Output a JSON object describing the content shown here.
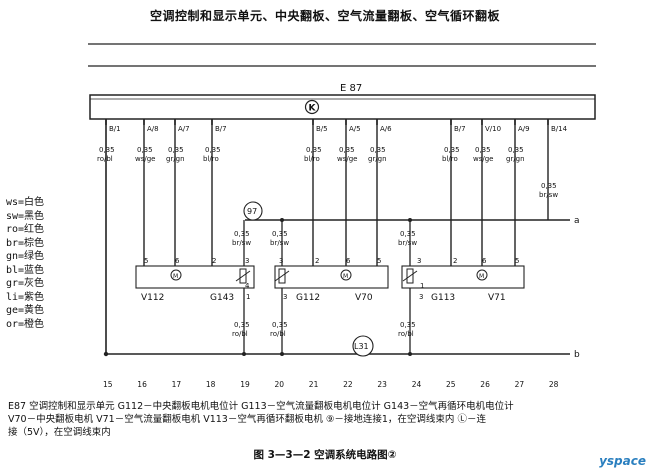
{
  "title": "空调控制和显示单元、中央翻板、空气流量翻板、空气循环翻板",
  "bus_label": "E 87",
  "bus_k_symbol": "K",
  "ground_a": "a",
  "ground_b": "b",
  "connector_97": "97",
  "connector_l31": "L31",
  "pins": [
    {
      "label": "B/1",
      "wire": "0,35 ro/bl"
    },
    {
      "label": "A/8",
      "wire": "0,35 ws/ge"
    },
    {
      "label": "A/7",
      "wire": "0,35 gr/gn"
    },
    {
      "label": "B/7",
      "wire": "0,35 bl/ro"
    },
    {
      "label": "B/5",
      "wire": "0,35 bl/ro"
    },
    {
      "label": "A/5",
      "wire": "0,35 ws/ge"
    },
    {
      "label": "A/6",
      "wire": "0,35 gr/gn"
    },
    {
      "label": "B/7",
      "wire": "0,35 bl/ro"
    },
    {
      "label": "V/10",
      "wire": "0,35 ws/ge"
    },
    {
      "label": "A/9",
      "wire": "0,35 gr/gn"
    },
    {
      "label": "B/14",
      "wire": "0,35 br/sw"
    }
  ],
  "lower_wires": [
    {
      "wire": "0,35 br/sw"
    },
    {
      "wire": "0,35 br/sw"
    },
    {
      "wire": "0,35 br/sw"
    },
    {
      "wire": "0,35 ro/bl"
    },
    {
      "wire": "0,35 ro/bl"
    },
    {
      "wire": "0,35 ro/bl"
    }
  ],
  "components": {
    "v112": "V112",
    "g143": "G143",
    "g112": "G112",
    "v70": "V70",
    "g113": "G113",
    "v71": "V71"
  },
  "legend": [
    "ws=白色",
    "sw=黑色",
    "ro=红色",
    "br=棕色",
    "gn=绿色",
    "bl=蓝色",
    "gr=灰色",
    "li=紫色",
    "ge=黄色",
    "or=橙色"
  ],
  "track_numbers": [
    "15",
    "16",
    "17",
    "18",
    "19",
    "20",
    "21",
    "22",
    "23",
    "24",
    "25",
    "26",
    "27",
    "28"
  ],
  "caption_line1": "E87 空调控制和显示单元  G112－中央翻板电机电位计  G113－空气流量翻板电机电位计  G143－空气再循环电机电位计",
  "caption_line2": "V70－中央翻板电机  V71－空气流量翻板电机  V113－空气再循环翻板电机  ⑨－接地连接1，在空调线束内  Ⓛ－连",
  "caption_line3": "接（5V），在空调线束内",
  "figure_title": "图 3—3—2  空调系统电路图②",
  "logo": "yspace"
}
